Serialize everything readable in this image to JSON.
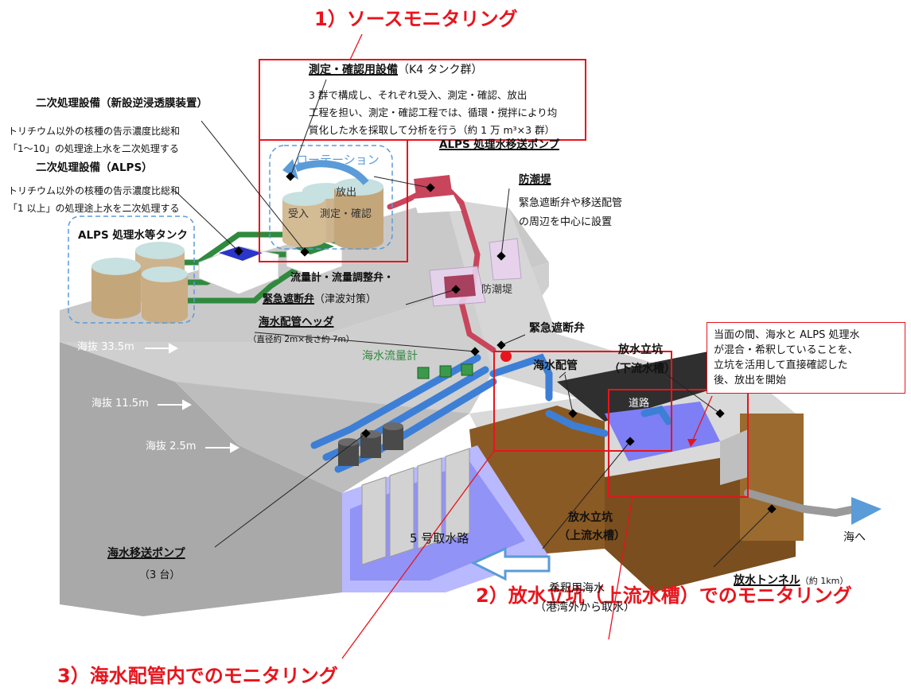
{
  "titles": {
    "source": "1）ソースモニタリング",
    "shaft": "2）放水立坑（上流水槽）でのモニタリング",
    "pipe": "3）海水配管内でのモニタリング"
  },
  "k4": {
    "heading": "測定・確認用設備",
    "heading_sub": "（K4 タンク群）",
    "desc_lines": [
      "3 群で構成し、それぞれ受入、測定・確認、放出",
      "工程を担い、測定・確認工程では、循環・撹拌により均",
      "質化した水を採取して分析を行う（約 1 万 m³×3 群）"
    ],
    "rotation": "ローテーション",
    "release": "放出",
    "receive": "受入",
    "measure": "測定・確認"
  },
  "secondary_ro": {
    "heading": "二次処理設備（新設逆浸透膜装置）",
    "line1": "トリチウム以外の核種の告示濃度比総和",
    "line2": "「1〜10」の処理途上水を二次処理する"
  },
  "secondary_alps": {
    "heading": "二次処理設備（ALPS）",
    "line1": "トリチウム以外の核種の告示濃度比総和",
    "line2": "「1 以上」の処理途上水を二次処理する"
  },
  "alps_tanks": "ALPS 処理水等タンク",
  "transfer_pump": "ALPS 処理水移送ポンプ",
  "seawall": {
    "heading": "防潮堤",
    "line1": "緊急遮断弁や移送配管",
    "line2": "の周辺を中心に設置",
    "label": "防潮堤"
  },
  "flow": {
    "line1": "流量計・流量調整弁・",
    "line2": "緊急遮断弁",
    "line2_sub": "（津波対策）"
  },
  "header": {
    "heading": "海水配管ヘッダ",
    "sub": "（直径約 2m×長さ約 7m）"
  },
  "flowmeter": "海水流量計",
  "emergency_valve": "緊急遮断弁",
  "sea_pipe": "海水配管",
  "downstream": {
    "line1": "放水立坑",
    "line2": "（下流水槽）"
  },
  "upstream": {
    "line1": "放水立坑",
    "line2": "（上流水槽）"
  },
  "road": "道路",
  "callout_lines": [
    "当面の間、海水と ALPS 処理水",
    "が混合・希釈していることを、",
    "立坑を活用して直接確認した",
    "後、放出を開始"
  ],
  "elevations": [
    "海抜 33.5m",
    "海抜 11.5m",
    "海抜 2.5m"
  ],
  "intake": "5 号取水路",
  "sea_pump": {
    "heading": "海水移送ポンプ",
    "sub": "（3 台）"
  },
  "dilution": {
    "line1": "希釈用海水",
    "line2": "（港湾外から取水）"
  },
  "tunnel": {
    "heading": "放水トンネル",
    "sub": "（約 1km）"
  },
  "to_sea": "海へ",
  "colors": {
    "accent_red": "#e8141c",
    "pipe_blue": "#3d7fd6",
    "pipe_green": "#2f8a3e",
    "pipe_pink": "#c8455c",
    "dilution_arrow": "#5a9bd8",
    "concrete": "#cfcfcf",
    "soil": "#8a5a25"
  }
}
